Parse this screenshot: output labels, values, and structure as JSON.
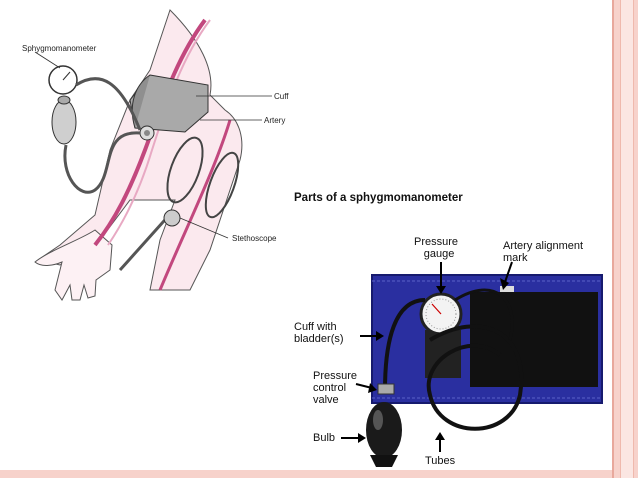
{
  "left_diagram": {
    "labels": {
      "sphygmomanometer": "Sphygmomanometer",
      "cuff": "Cuff",
      "artery": "Artery",
      "stethoscope": "Stethoscope"
    }
  },
  "right_diagram": {
    "title": "Parts of a sphygmomanometer",
    "labels": {
      "pressure_gauge": [
        "Pressure",
        "gauge"
      ],
      "artery_alignment_mark": [
        "Artery alignment",
        "mark"
      ],
      "cuff_with_bladder": [
        "Cuff with",
        "bladder(s)"
      ],
      "pressure_control_valve": [
        "Pressure",
        "control",
        "valve"
      ],
      "bulb": "Bulb",
      "tubes": "Tubes"
    }
  },
  "colors": {
    "artery": "#c2487e",
    "cuff_blue": "#2a2fa0",
    "slide_border": "#f7d2cb"
  }
}
